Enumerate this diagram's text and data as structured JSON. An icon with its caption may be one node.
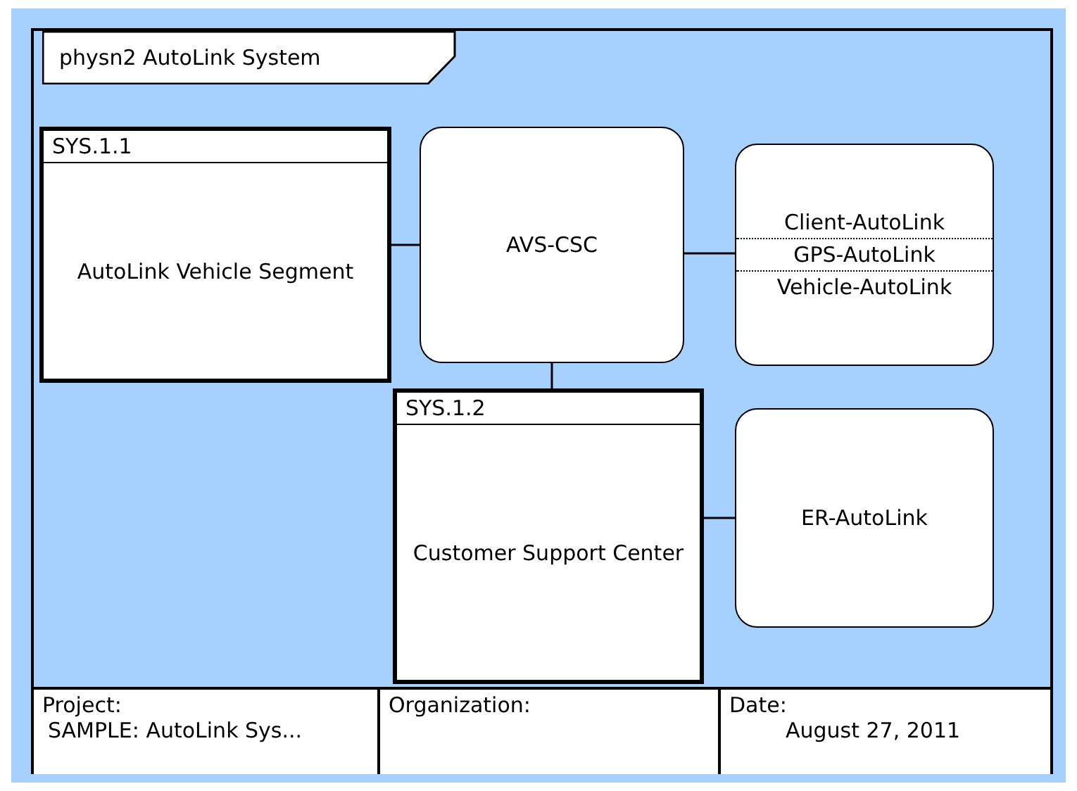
{
  "diagram": {
    "nodes": [
      {
        "text": [
          "physn2 AutoLink System"
        ]
      },
      {
        "text": [
          "SYS.1.1",
          "AutoLink Vehicle Segment"
        ]
      },
      {
        "text": [
          "AVS-CSC"
        ]
      },
      {
        "text": [
          "Client-AutoLink",
          "GPS-AutoLink",
          "Vehicle-AutoLink"
        ]
      },
      {
        "text": [
          "SYS.1.2",
          "Customer Support Center"
        ]
      },
      {
        "text": [
          "ER-AutoLink"
        ]
      }
    ],
    "edges": [
      {
        "from": 1,
        "to": 2,
        "arrow": "none"
      },
      {
        "from": 2,
        "to": 3,
        "arrow": "none"
      },
      {
        "from": 2,
        "to": 4,
        "arrow": "none"
      },
      {
        "from": 4,
        "to": 5,
        "arrow": "none"
      }
    ],
    "labels": [
      "Project:",
      "SAMPLE: AutoLink Sys...",
      "Organization:",
      "Date:",
      "August 27, 2011"
    ]
  }
}
